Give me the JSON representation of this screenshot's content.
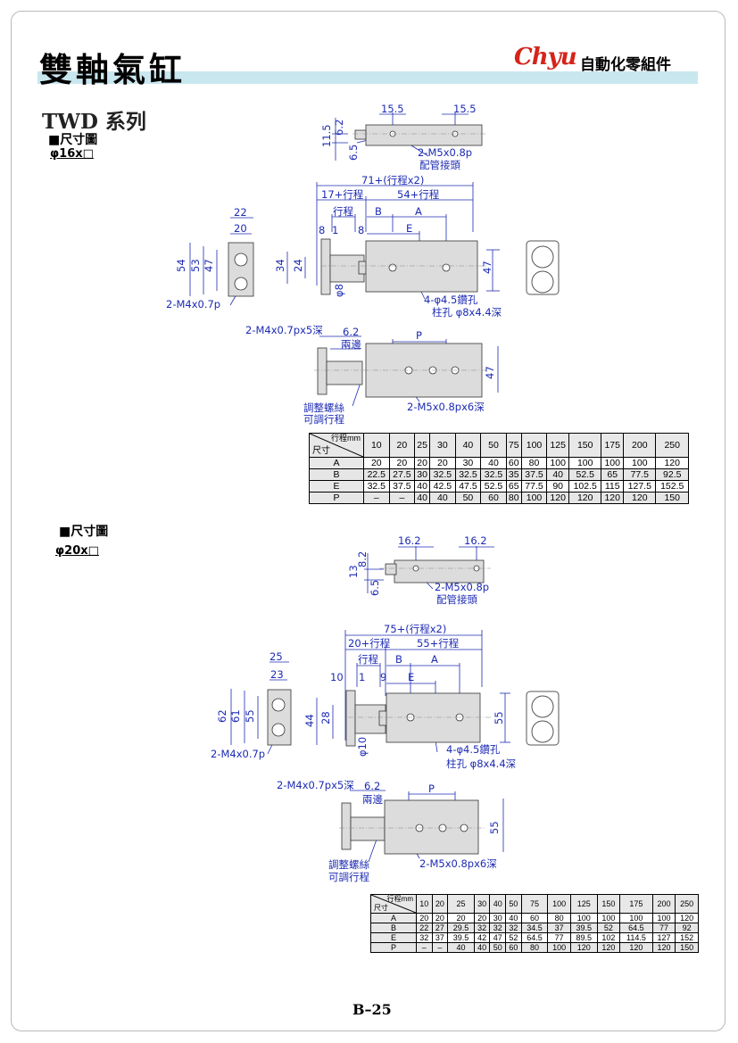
{
  "header": {
    "title": "雙軸氣缸",
    "brand_logo": "Chyu",
    "brand_text": "自動化零組件",
    "series": "TWD 系列"
  },
  "section1": {
    "heading": "■尺寸圖",
    "bore": "φ16x□",
    "top": {
      "d1": "15.5",
      "d2": "15.5",
      "d3": "6.2",
      "d4": "11.5",
      "d5": "6.5",
      "port": "2-M5x0.8p",
      "port2": "配管接頭"
    },
    "main": {
      "total": "71+(行程x2)",
      "stroke_a": "17+行程",
      "stroke_b": "54+行程",
      "stroke": "行程",
      "b": "B",
      "a": "A",
      "e": "E",
      "d8a": "8",
      "d1": "1",
      "d8b": "8",
      "h34": "34",
      "h24": "24",
      "h47": "47",
      "rod": "φ8",
      "holes": "4-φ4.5鑽孔",
      "cbore": "柱孔 φ8x4.4深"
    },
    "side": {
      "w22": "22",
      "w20": "20",
      "h54": "54",
      "h53": "53",
      "h47": "47",
      "screw": "2-M4x0.7p"
    },
    "bottom": {
      "thread": "2-M4x0.7px5深",
      "d62": "6.2",
      "both": "兩邊",
      "p": "P",
      "h47": "47",
      "adj1": "調整螺絲",
      "adj2": "可調行程",
      "port": "2-M5x0.8px6深"
    }
  },
  "table1": {
    "corner_top": "行程mm",
    "corner_bottom": "尺寸",
    "strokes": [
      "10",
      "20",
      "25",
      "30",
      "40",
      "50",
      "75",
      "100",
      "125",
      "150",
      "175",
      "200",
      "250"
    ],
    "rows": [
      {
        "label": "A",
        "values": [
          "20",
          "20",
          "20",
          "20",
          "30",
          "40",
          "60",
          "80",
          "100",
          "100",
          "100",
          "100",
          "120"
        ]
      },
      {
        "label": "B",
        "values": [
          "22.5",
          "27.5",
          "30",
          "32.5",
          "32.5",
          "32.5",
          "35",
          "37.5",
          "40",
          "52.5",
          "65",
          "77.5",
          "92.5"
        ]
      },
      {
        "label": "E",
        "values": [
          "32.5",
          "37.5",
          "40",
          "42.5",
          "47.5",
          "52.5",
          "65",
          "77.5",
          "90",
          "102.5",
          "115",
          "127.5",
          "152.5"
        ]
      },
      {
        "label": "P",
        "values": [
          "–",
          "–",
          "40",
          "40",
          "50",
          "60",
          "80",
          "100",
          "120",
          "120",
          "120",
          "120",
          "150"
        ]
      }
    ]
  },
  "section2": {
    "heading": "■尺寸圖",
    "bore": "φ20x□",
    "top": {
      "d1": "16.2",
      "d2": "16.2",
      "d3": "8.2",
      "d4": "13",
      "d5": "6.5",
      "port": "2-M5x0.8p",
      "port2": "配管接頭"
    },
    "main": {
      "total": "75+(行程x2)",
      "stroke_a": "20+行程",
      "stroke_b": "55+行程",
      "stroke": "行程",
      "b": "B",
      "a": "A",
      "e": "E",
      "d10": "10",
      "d1": "1",
      "d9": "9",
      "h44": "44",
      "h28": "28",
      "h55": "55",
      "rod": "φ10",
      "holes": "4-φ4.5鑽孔",
      "cbore": "柱孔 φ8x4.4深"
    },
    "side": {
      "w25": "25",
      "w23": "23",
      "h62": "62",
      "h61": "61",
      "h55": "55",
      "screw": "2-M4x0.7p"
    },
    "bottom": {
      "thread": "2-M4x0.7px5深",
      "d62": "6.2",
      "both": "兩邊",
      "p": "P",
      "h55": "55",
      "adj1": "調整螺絲",
      "adj2": "可調行程",
      "port": "2-M5x0.8px6深"
    }
  },
  "table2": {
    "corner_top": "行程mm",
    "corner_bottom": "尺寸",
    "strokes": [
      "10",
      "20",
      "25",
      "30",
      "40",
      "50",
      "75",
      "100",
      "125",
      "150",
      "175",
      "200",
      "250"
    ],
    "rows": [
      {
        "label": "A",
        "values": [
          "20",
          "20",
          "20",
          "20",
          "30",
          "40",
          "60",
          "80",
          "100",
          "100",
          "100",
          "100",
          "120"
        ]
      },
      {
        "label": "B",
        "values": [
          "22",
          "27",
          "29.5",
          "32",
          "32",
          "32",
          "34.5",
          "37",
          "39.5",
          "52",
          "64.5",
          "77",
          "92"
        ]
      },
      {
        "label": "E",
        "values": [
          "32",
          "37",
          "39.5",
          "42",
          "47",
          "52",
          "64.5",
          "77",
          "89.5",
          "102",
          "114.5",
          "127",
          "152"
        ]
      },
      {
        "label": "P",
        "values": [
          "–",
          "–",
          "40",
          "40",
          "50",
          "60",
          "80",
          "100",
          "120",
          "120",
          "120",
          "120",
          "150"
        ]
      }
    ]
  },
  "footer": {
    "page": "B–25"
  },
  "colors": {
    "dim": "#1d2bb3",
    "header_bar": "#c9e7ef",
    "brand": "#d4241b",
    "cylinder": "#dcdcdc"
  }
}
